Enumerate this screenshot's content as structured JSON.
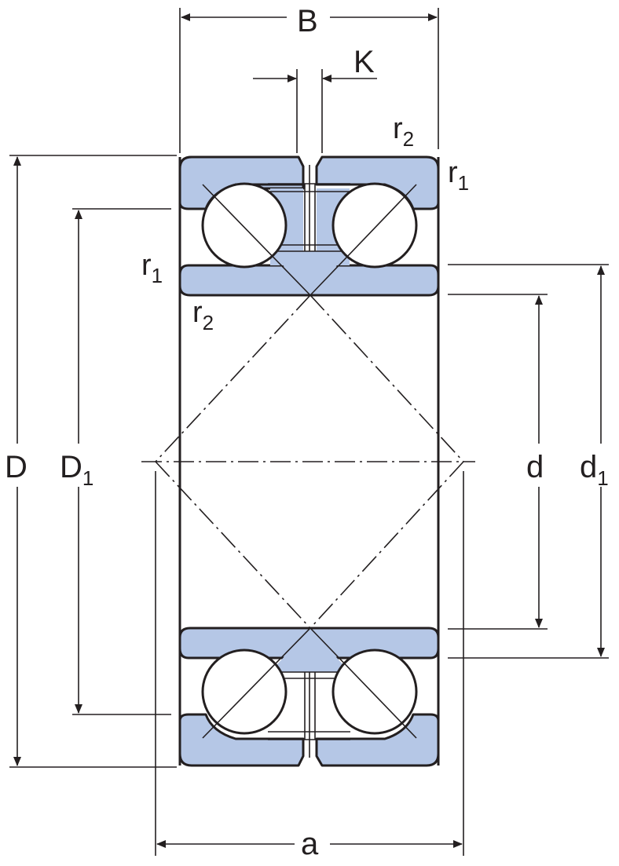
{
  "labels": {
    "B": "B",
    "K": "K",
    "D": "D",
    "D1_main": "D",
    "D1_sub": "1",
    "d": "d",
    "d1_main": "d",
    "d1_sub": "1",
    "a": "a",
    "r1_main": "r",
    "r1_sub": "1",
    "r2_main": "r",
    "r2_sub": "2"
  },
  "colors": {
    "ring_fill": "#b5c7e6",
    "line": "#231f20",
    "ball_fill": "#ffffff"
  }
}
